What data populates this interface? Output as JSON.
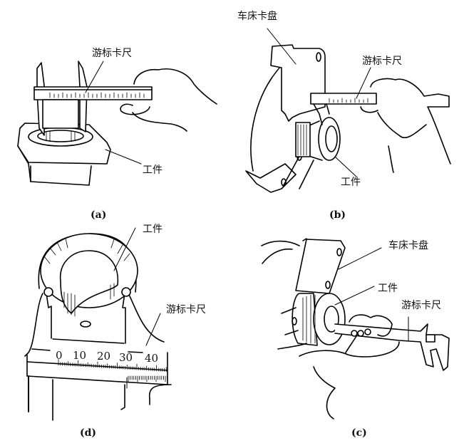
{
  "panels": {
    "a": {
      "caption": "(a)",
      "labels": {
        "caliper": "游标卡尺",
        "workpiece": "工件"
      }
    },
    "b": {
      "caption": "(b)",
      "labels": {
        "chuck": "车床卡盘",
        "caliper": "游标卡尺",
        "workpiece": "工件"
      }
    },
    "c": {
      "caption": "(c)",
      "labels": {
        "chuck": "车床卡盘",
        "workpiece": "工件",
        "caliper": "游标卡尺"
      }
    },
    "d": {
      "caption": "(d)",
      "labels": {
        "workpiece": "工件",
        "caliper": "游标卡尺"
      },
      "scale_ticks": [
        "0",
        "10",
        "20",
        "30",
        "40"
      ]
    }
  }
}
